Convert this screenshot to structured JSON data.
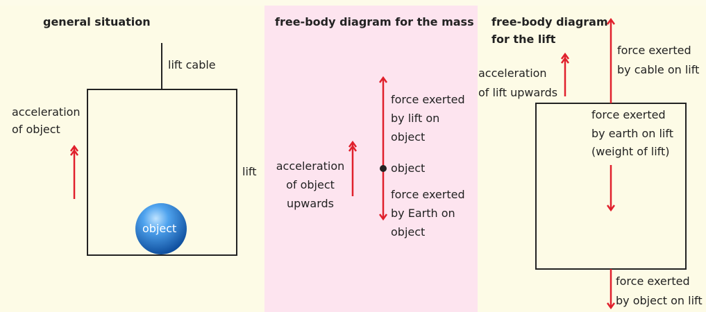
{
  "panels": {
    "general": {
      "title": "general situation",
      "lift_cable": "lift cable",
      "acceleration_line1": "acceleration",
      "acceleration_line2": "of object",
      "lift": "lift",
      "object": "object"
    },
    "mass": {
      "title": "free-body diagram for the mass",
      "force_up_line1": "force exerted",
      "force_up_line2": "by lift on",
      "force_up_line3": "object",
      "object": "object",
      "acceleration_line1": "acceleration",
      "acceleration_line2": "of object",
      "acceleration_line3": "upwards",
      "force_down_line1": "force exerted",
      "force_down_line2": "by Earth on",
      "force_down_line3": "object"
    },
    "lift": {
      "title_line1": "free-body diagram",
      "title_line2": "for the lift",
      "acceleration_line1": "acceleration",
      "acceleration_line2": "of lift upwards",
      "cable_force_line1": "force exerted",
      "cable_force_line2": "by cable on lift",
      "weight_line1": "force exerted",
      "weight_line2": "by earth on lift",
      "weight_line3": "(weight of lift)",
      "object_force_line1": "force exerted",
      "object_force_line2": "by object on lift"
    }
  },
  "colors": {
    "arrow": "#e0202c",
    "panel_pink": "#fde4ef",
    "panel_cream": "#fdfbe6",
    "ball": "#2a82d6"
  }
}
